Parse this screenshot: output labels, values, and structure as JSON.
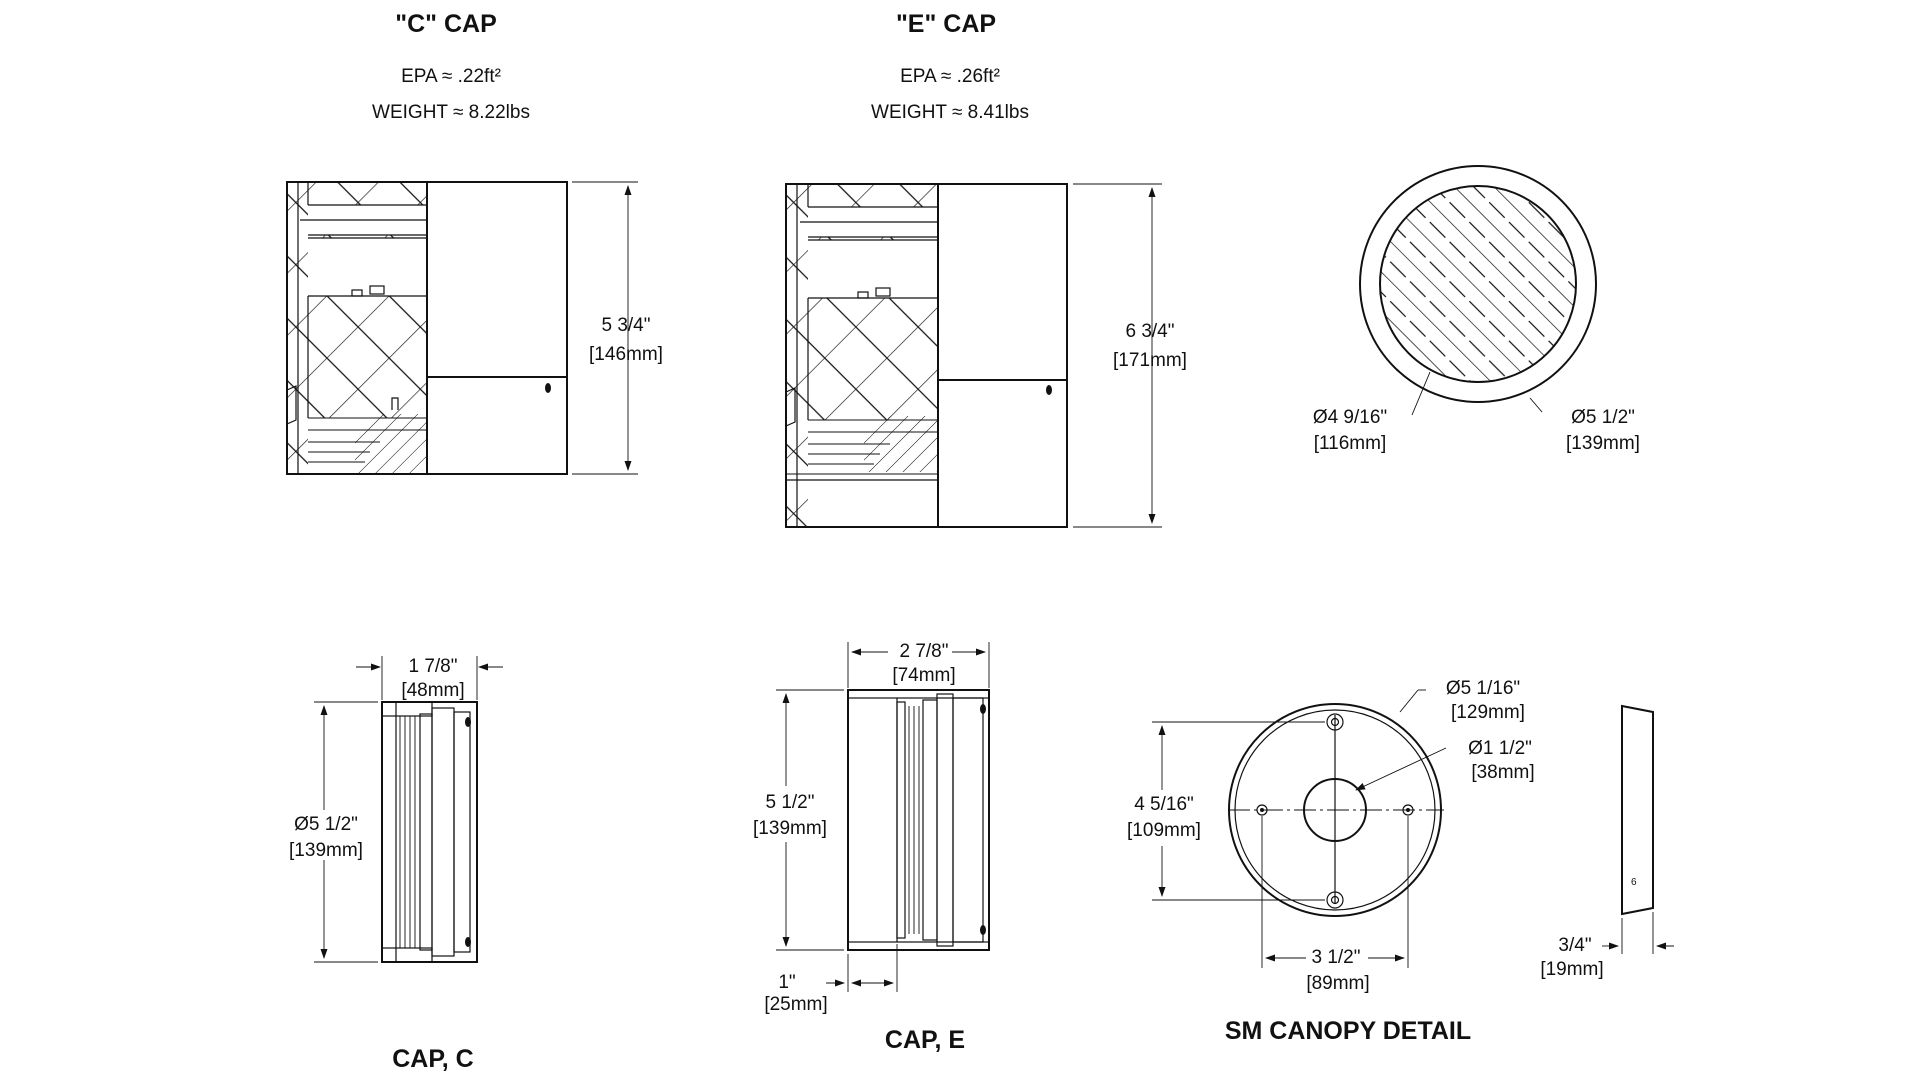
{
  "c_cap": {
    "title": "\"C\" CAP",
    "epa": "EPA ≈ .22ft²",
    "weight": "WEIGHT ≈ 8.22lbs",
    "height_in": "5 3/4\"",
    "height_mm": "[146mm]"
  },
  "e_cap": {
    "title": "\"E\" CAP",
    "epa": "EPA ≈ .26ft²",
    "weight": "WEIGHT ≈ 8.41lbs",
    "height_in": "6 3/4\"",
    "height_mm": "[171mm]"
  },
  "top_view": {
    "inner_dia_in": "Ø4 9/16\"",
    "inner_dia_mm": "[116mm]",
    "outer_dia_in": "Ø5 1/2\"",
    "outer_dia_mm": "[139mm]"
  },
  "cap_c_side": {
    "label": "CAP, C",
    "width_in": "1 7/8\"",
    "width_mm": "[48mm]",
    "dia_in": "Ø5 1/2\"",
    "dia_mm": "[139mm]"
  },
  "cap_e_side": {
    "label": "CAP, E",
    "width_in": "2 7/8\"",
    "width_mm": "[74mm]",
    "height_in": "5 1/2\"",
    "height_mm": "[139mm]",
    "offset_in": "1\"",
    "offset_mm": "[25mm]"
  },
  "canopy": {
    "label": "SM CANOPY DETAIL",
    "outer_dia_in": "Ø5 1/16\"",
    "outer_dia_mm": "[129mm]",
    "hole_dia_in": "Ø1 1/2\"",
    "hole_dia_mm": "[38mm]",
    "vertical_in": "4 5/16\"",
    "vertical_mm": "[109mm]",
    "horizontal_in": "3 1/2\"",
    "horizontal_mm": "[89mm]",
    "depth_in": "3/4\"",
    "depth_mm": "[19mm]",
    "side_mark": "6"
  }
}
